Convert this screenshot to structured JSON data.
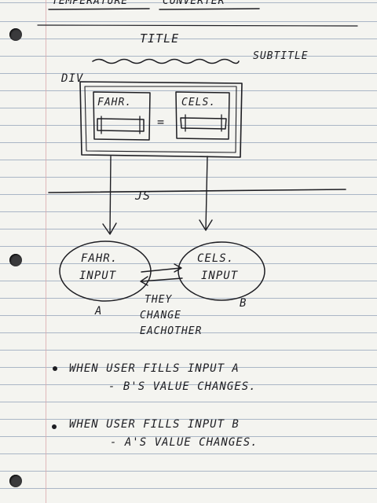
{
  "header": {
    "left": "TEMPERATURE",
    "right": "CONVERTER"
  },
  "title": "TITLE",
  "subtitle": "SUBTITLE",
  "div_label": "DIV",
  "fahr_label": "FAHR.",
  "cels_label": "CELS.",
  "equals": "=",
  "js_label": "JS",
  "node_a": {
    "line1": "FAHR.",
    "line2": "INPUT",
    "tag": "A"
  },
  "node_b": {
    "line1": "CELS.",
    "line2": "INPUT",
    "tag": "B"
  },
  "note": {
    "line1": "THEY",
    "line2": "CHANGE",
    "line3": "EACHOTHER"
  },
  "bullets": [
    {
      "line1": "WHEN USER FILLS INPUT A",
      "line2": "- B'S VALUE CHANGES."
    },
    {
      "line1": "WHEN USER FILLS INPUT B",
      "line2": "- A'S VALUE CHANGES."
    }
  ]
}
